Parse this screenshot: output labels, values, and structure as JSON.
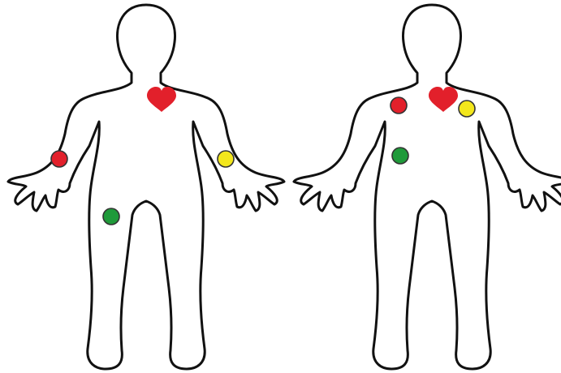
{
  "figures": [
    {
      "id": "left",
      "markers": [
        {
          "type": "heart",
          "color": "#e2202b",
          "location": "chest"
        },
        {
          "type": "dot",
          "color": "#e2202b",
          "location": "right-forearm"
        },
        {
          "type": "dot",
          "color": "#f3e71c",
          "location": "left-forearm"
        },
        {
          "type": "dot",
          "color": "#1f9a3a",
          "location": "right-thigh"
        }
      ]
    },
    {
      "id": "right",
      "markers": [
        {
          "type": "heart",
          "color": "#e2202b",
          "location": "chest"
        },
        {
          "type": "dot",
          "color": "#e2202b",
          "location": "right-upper-chest"
        },
        {
          "type": "dot",
          "color": "#f3e71c",
          "location": "left-upper-chest"
        },
        {
          "type": "dot",
          "color": "#1f9a3a",
          "location": "right-lower-chest"
        }
      ]
    }
  ],
  "colors": {
    "outline": "#111111",
    "background": "#ffffff",
    "red": "#e2202b",
    "yellow": "#f3e71c",
    "green": "#1f9a3a"
  }
}
